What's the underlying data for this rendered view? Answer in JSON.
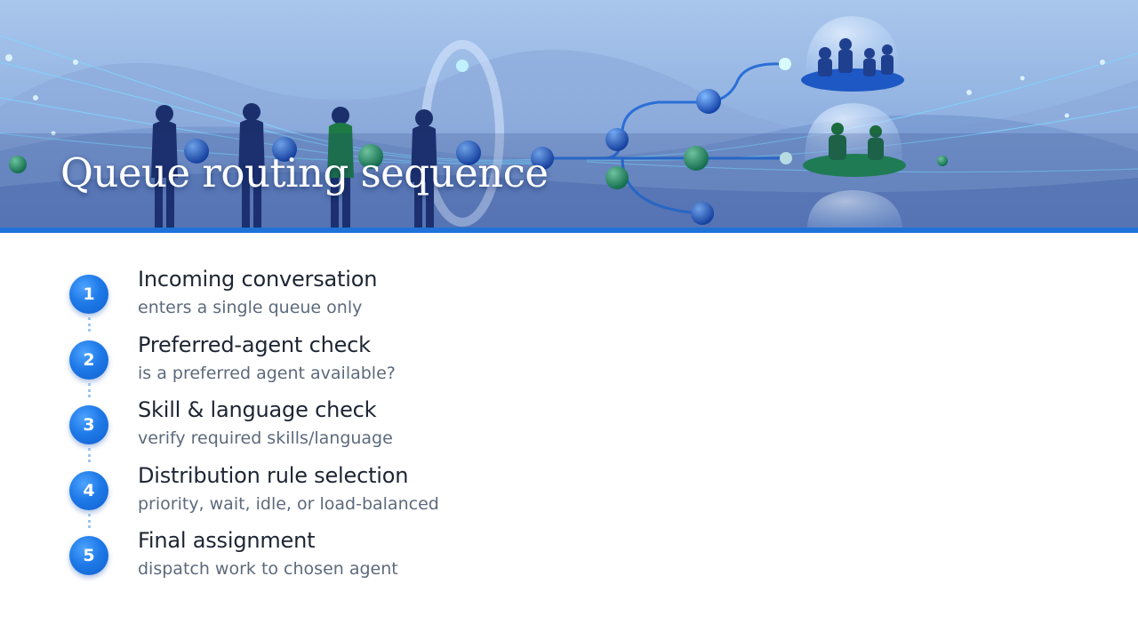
{
  "title": "Queue routing sequence",
  "colors": {
    "accent": "#1f73d8",
    "badge": "#1f7ae8",
    "heading": "#1d2533",
    "subtext": "#5d6a7c"
  },
  "steps": [
    {
      "number": "1",
      "title": "Incoming conversation",
      "description": "enters a single queue only"
    },
    {
      "number": "2",
      "title": "Preferred-agent check",
      "description": "is a preferred agent available?"
    },
    {
      "number": "3",
      "title": "Skill & language check",
      "description": "verify required skills/language"
    },
    {
      "number": "4",
      "title": "Distribution rule selection",
      "description": "priority, wait, idle, or load-balanced"
    },
    {
      "number": "5",
      "title": "Final assignment",
      "description": "dispatch work to chosen agent"
    }
  ]
}
